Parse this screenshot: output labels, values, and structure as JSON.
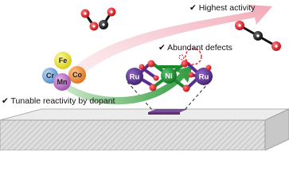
{
  "labels": {
    "highest_activity": "✔ Highest activity",
    "abundant_defects": "✔ Abundant defects",
    "tunable_reactivity": "✔ Tunable reactivity by dopant"
  },
  "dopants": [
    "Fe",
    "Cr",
    "Co",
    "Mn"
  ],
  "lattice": {
    "metal": "Ru",
    "dopant": "Ni"
  },
  "colors": {
    "oxygen": "#e8141e",
    "carbon": "#1a1a1a",
    "ru": "#5a2d91",
    "ni": "#1a8a2e",
    "fe": "#f2e82c",
    "cr": "#6aa3d8",
    "co": "#f08a2c",
    "mn": "#b86ac0",
    "defect_arrow": "#f1c6cf",
    "dopant_arrow": "#4ca654",
    "substrate_top": "#7a4e96",
    "substrate": "#d6d6d6"
  }
}
